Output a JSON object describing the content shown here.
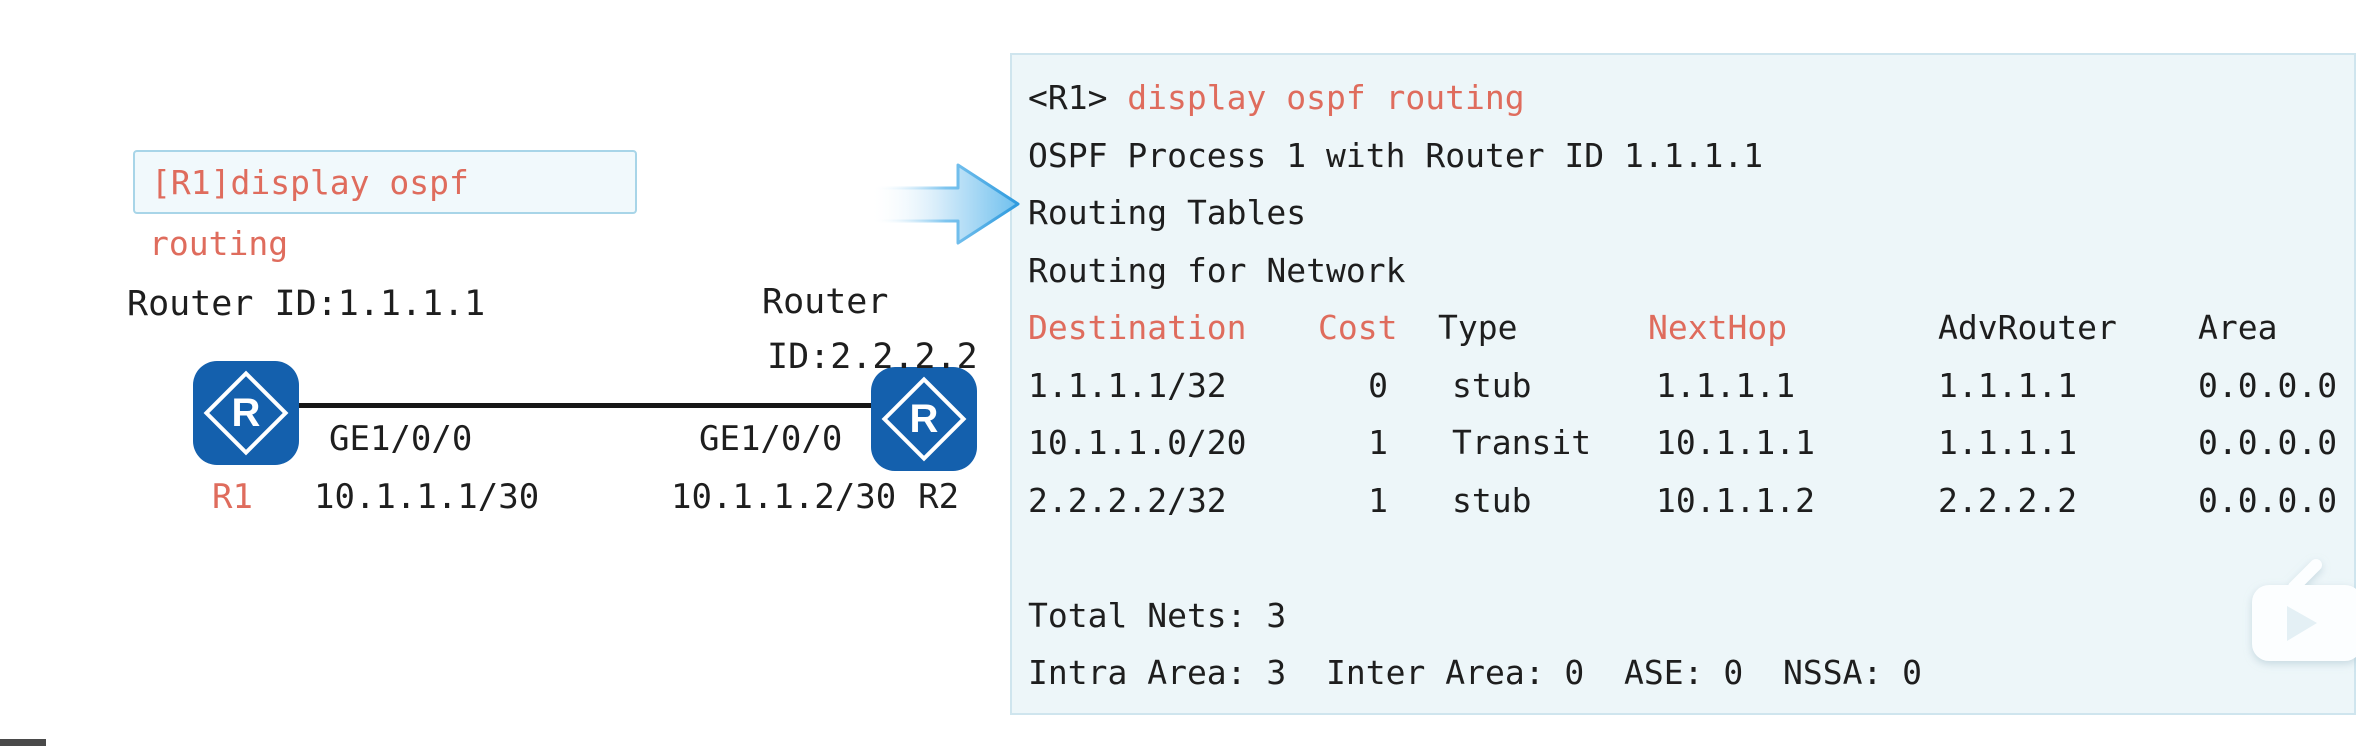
{
  "colors": {
    "accent_red": "#df6c5d",
    "router_blue": "#1460ad",
    "panel_bg": "#edf6f9",
    "panel_border": "#cfe5ee",
    "callout_border": "#a8d5e8",
    "arrow_blue": "#3ba4e2",
    "text_black": "#1e1e1e"
  },
  "icons": {
    "router": "diamond-R-router",
    "flow_arrow": "right-arrow",
    "watermark": "video-play"
  },
  "diagram": {
    "command_box": {
      "text": "[R1]display ospf",
      "overflow_text": "routing"
    },
    "r1": {
      "router_id": "Router ID:1.1.1.1",
      "icon_letter": "R",
      "interface": "GE1/0/0",
      "ip": "10.1.1.1/30",
      "name": "R1"
    },
    "r2": {
      "router_id_line1": "Router",
      "router_id_line2": "ID:2.2.2.2",
      "icon_letter": "R",
      "interface": "GE1/0/0",
      "ip": "10.1.1.2/30",
      "name": "R2"
    }
  },
  "terminal": {
    "prompt": "<R1>",
    "command": "display ospf routing",
    "info_lines": [
      "OSPF Process 1 with Router ID 1.1.1.1",
      "Routing Tables",
      "Routing for Network"
    ],
    "table": {
      "headers": [
        "Destination",
        "Cost",
        "Type",
        "NextHop",
        "AdvRouter",
        "Area"
      ],
      "rows": [
        [
          "1.1.1.1/32",
          "0",
          "stub",
          "1.1.1.1",
          "1.1.1.1",
          "0.0.0.0"
        ],
        [
          "10.1.1.0/20",
          "1",
          "Transit",
          "10.1.1.1",
          "1.1.1.1",
          "0.0.0.0"
        ],
        [
          "2.2.2.2/32",
          "1",
          "stub",
          "10.1.1.2",
          "2.2.2.2",
          "0.0.0.0"
        ]
      ]
    },
    "total_nets": "Total Nets: 3",
    "summary": "Intra Area: 3  Inter Area: 0  ASE: 0  NSSA: 0"
  }
}
